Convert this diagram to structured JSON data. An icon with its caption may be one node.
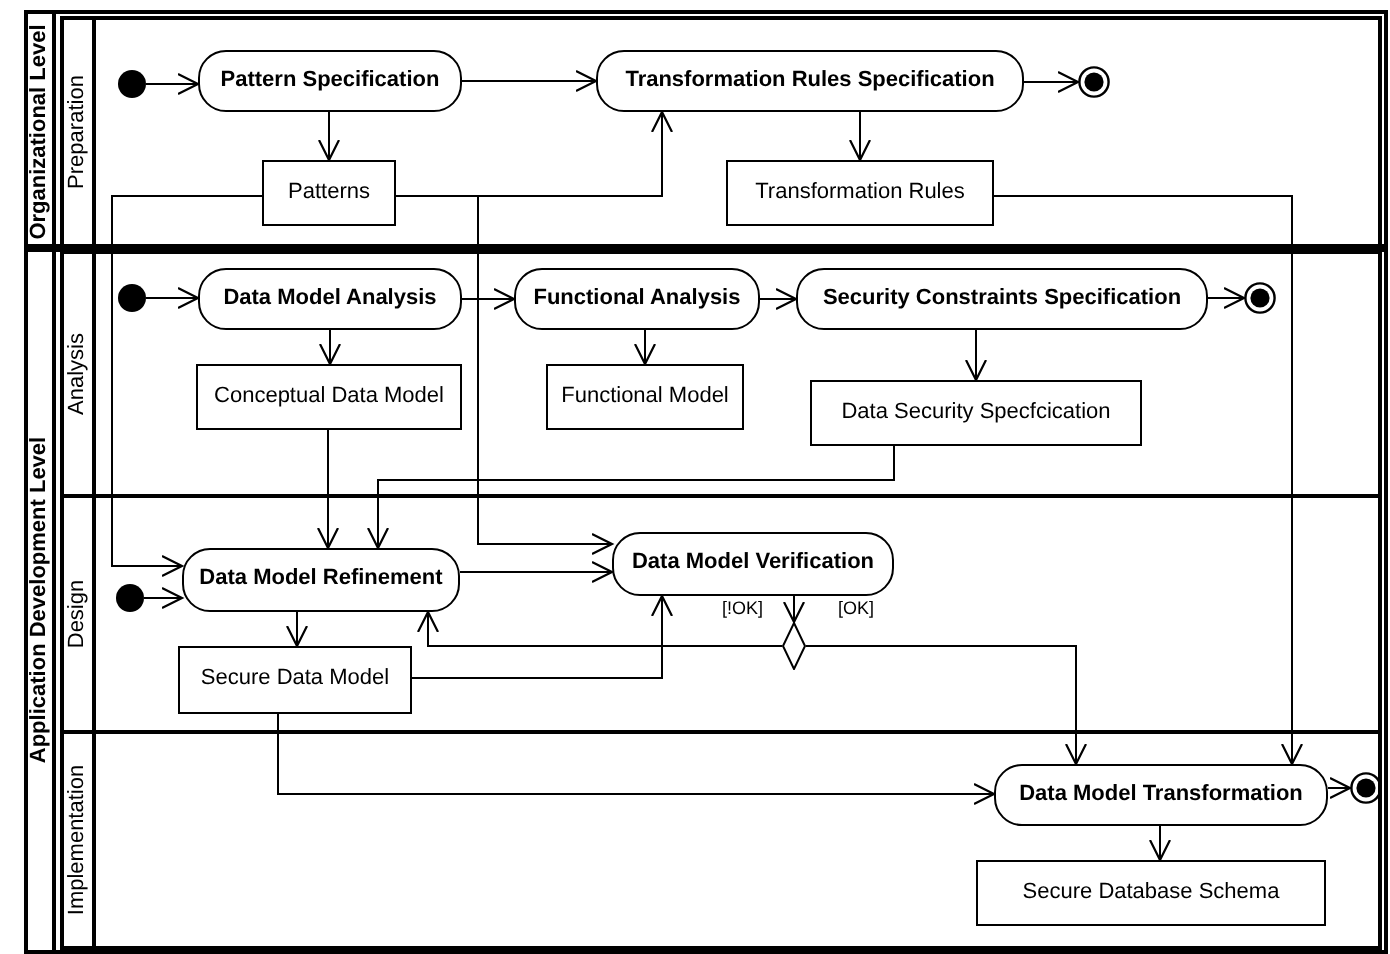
{
  "diagram": {
    "nodes": [
      {
        "text": [
          "Organizational Level"
        ]
      },
      {
        "text": [
          "Preparation"
        ],
        "in": 0
      },
      {
        "text": [
          "Application Development Level"
        ]
      },
      {
        "text": [
          "Analysis"
        ],
        "in": 2
      },
      {
        "text": [
          "Design"
        ],
        "in": 2
      },
      {
        "text": [
          "Implementation"
        ],
        "in": 2
      },
      {
        "text": [],
        "shape": "circle",
        "in": 1
      },
      {
        "text": [
          "Pattern Specification"
        ],
        "in": 1
      },
      {
        "text": [
          "Transformation Rules Specification"
        ],
        "in": 1
      },
      {
        "text": [],
        "shape": "bullseye",
        "in": 1
      },
      {
        "text": [
          "Patterns"
        ],
        "in": 1
      },
      {
        "text": [
          "Transformation Rules"
        ],
        "in": 1
      },
      {
        "text": [],
        "shape": "circle",
        "in": 3
      },
      {
        "text": [
          "Data Model Analysis"
        ],
        "in": 3
      },
      {
        "text": [
          "Functional Analysis"
        ],
        "in": 3
      },
      {
        "text": [
          "Security Constraints Specification"
        ],
        "in": 3
      },
      {
        "text": [],
        "shape": "bullseye",
        "in": 3
      },
      {
        "text": [
          "Conceptual Data Model"
        ],
        "in": 3
      },
      {
        "text": [
          "Functional Model"
        ],
        "in": 3
      },
      {
        "text": [
          "Data Security Specfcication"
        ],
        "in": 3
      },
      {
        "text": [],
        "shape": "circle",
        "in": 4
      },
      {
        "text": [
          "Data Model Refinement"
        ],
        "in": 4
      },
      {
        "text": [
          "Data Model Verification"
        ],
        "in": 4
      },
      {
        "text": [],
        "shape": "diamond",
        "in": 4
      },
      {
        "text": [
          "Secure Data Model"
        ],
        "in": 4
      },
      {
        "text": [
          "Data Model Transformation"
        ],
        "in": 5
      },
      {
        "text": [],
        "shape": "bullseye",
        "in": 5
      },
      {
        "text": [
          "Secure Database Schema"
        ],
        "in": 5
      }
    ],
    "edges": [
      {
        "from": 6,
        "to": 7,
        "arrow": "to"
      },
      {
        "from": 7,
        "to": 8,
        "arrow": "to"
      },
      {
        "from": 8,
        "to": 9,
        "arrow": "to"
      },
      {
        "from": 7,
        "to": 10,
        "arrow": "to"
      },
      {
        "from": 8,
        "to": 11,
        "arrow": "to"
      },
      {
        "from": 10,
        "to": 8,
        "arrow": "to"
      },
      {
        "from": 10,
        "to": 21,
        "arrow": "to"
      },
      {
        "from": 10,
        "to": 22,
        "arrow": "to"
      },
      {
        "from": 11,
        "to": 25,
        "arrow": "to"
      },
      {
        "from": 12,
        "to": 13,
        "arrow": "to"
      },
      {
        "from": 13,
        "to": 14,
        "arrow": "to"
      },
      {
        "from": 14,
        "to": 15,
        "arrow": "to"
      },
      {
        "from": 15,
        "to": 16,
        "arrow": "to"
      },
      {
        "from": 13,
        "to": 17,
        "arrow": "to"
      },
      {
        "from": 14,
        "to": 18,
        "arrow": "to"
      },
      {
        "from": 15,
        "to": 19,
        "arrow": "to"
      },
      {
        "from": 17,
        "to": 21,
        "arrow": "to"
      },
      {
        "from": 19,
        "to": 21,
        "arrow": "to"
      },
      {
        "from": 20,
        "to": 21,
        "arrow": "to"
      },
      {
        "from": 21,
        "to": 22,
        "arrow": "to"
      },
      {
        "from": 21,
        "to": 24,
        "arrow": "to"
      },
      {
        "from": 24,
        "to": 22,
        "arrow": "to"
      },
      {
        "from": 22,
        "to": 23,
        "arrow": "to"
      },
      {
        "from": 23,
        "to": 21,
        "arrow": "to",
        "label": "[!OK]"
      },
      {
        "from": 23,
        "to": 25,
        "arrow": "to",
        "label": "[OK]"
      },
      {
        "from": 24,
        "to": 25,
        "arrow": "to"
      },
      {
        "from": 25,
        "to": 26,
        "arrow": "to"
      },
      {
        "from": 25,
        "to": 27,
        "arrow": "to"
      }
    ]
  }
}
